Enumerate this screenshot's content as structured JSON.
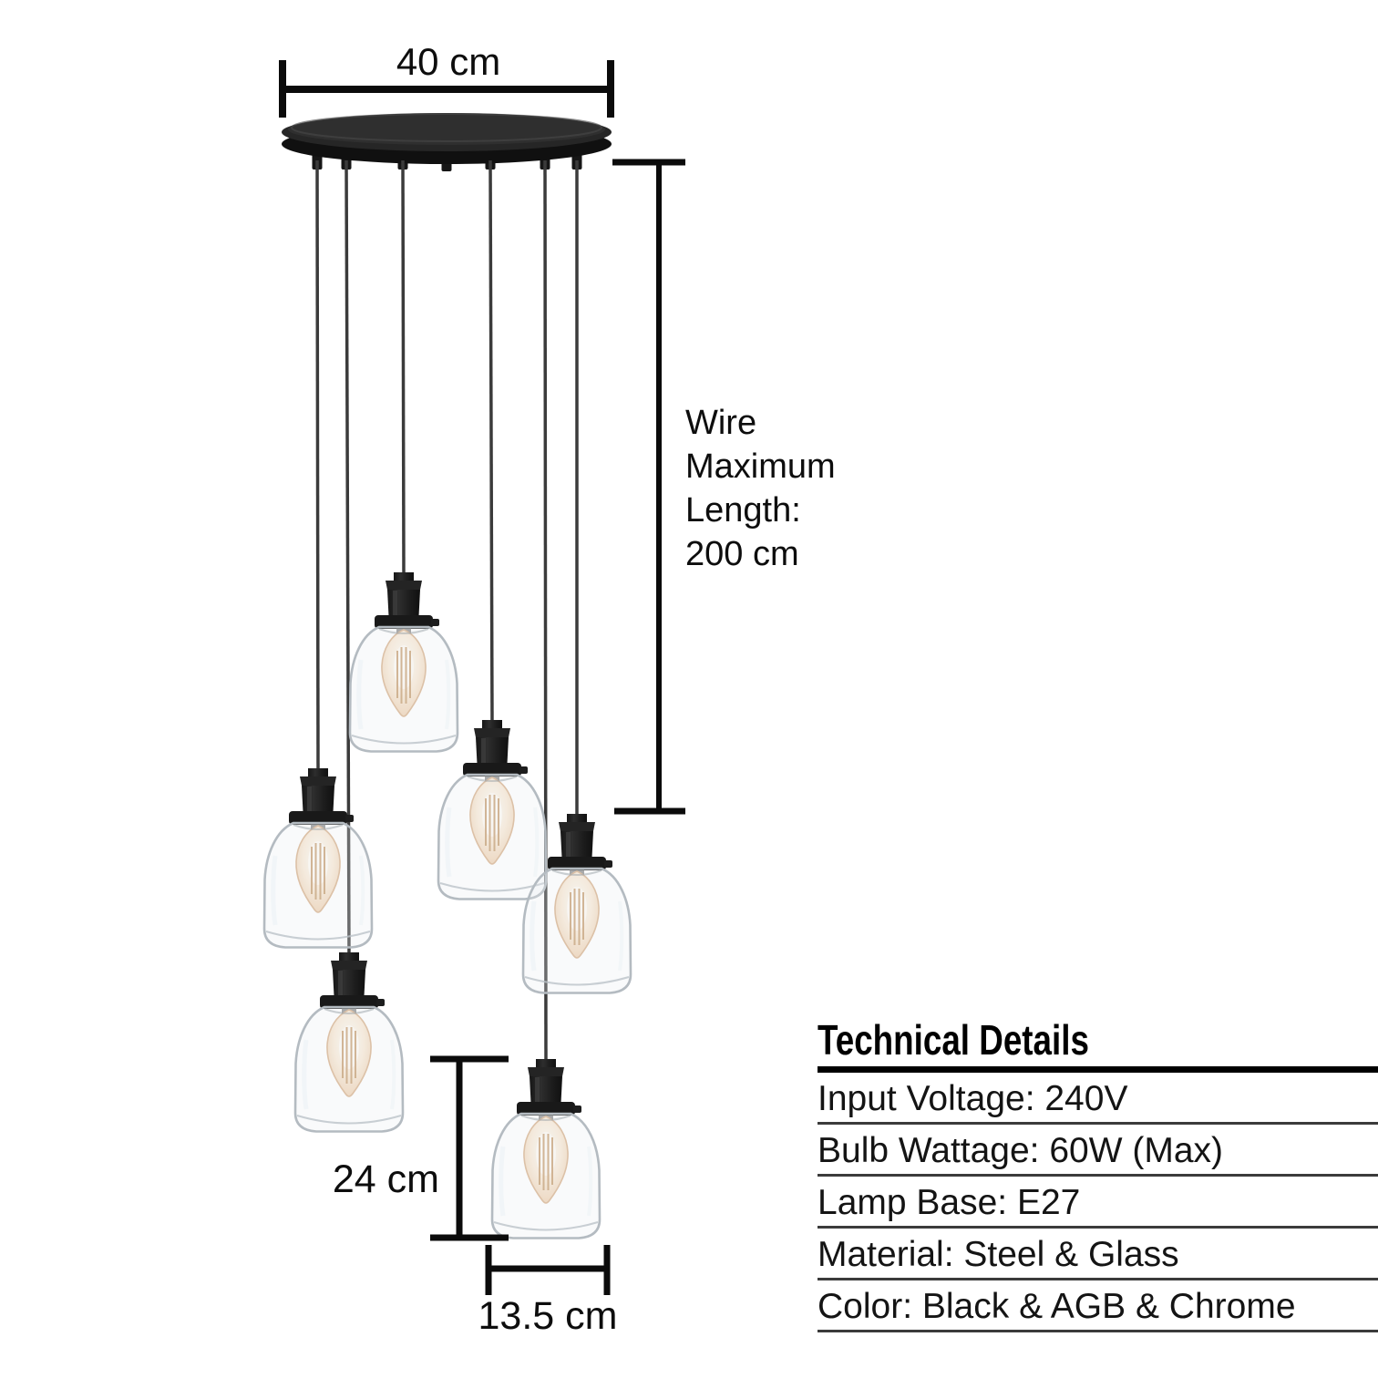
{
  "dimensions": {
    "canopy_width": "40 cm",
    "wire_max_length_label": "Wire\nMaximum\nLength:\n200 cm",
    "shade_height": "24 cm",
    "shade_diameter": "13.5 cm"
  },
  "technical_details": {
    "title": "Technical Details",
    "rows": [
      "Input Voltage: 240V",
      "Bulb Wattage: 60W (Max)",
      "Lamp Base: E27",
      "Material: Steel & Glass",
      "Color: Black & AGB & Chrome"
    ]
  },
  "figure": {
    "lamp_count": 6,
    "colors": {
      "fixture_black": "#1f1f1f",
      "wire_gray": "#3b3b3b",
      "glass_edge": "#b4bbc1",
      "bulb_glow": "#f6e3cc",
      "filament": "#c39868",
      "dimension_line": "#0b0b0b",
      "text": "#111111",
      "separator": "#3b3b3b",
      "background": "#ffffff"
    }
  }
}
